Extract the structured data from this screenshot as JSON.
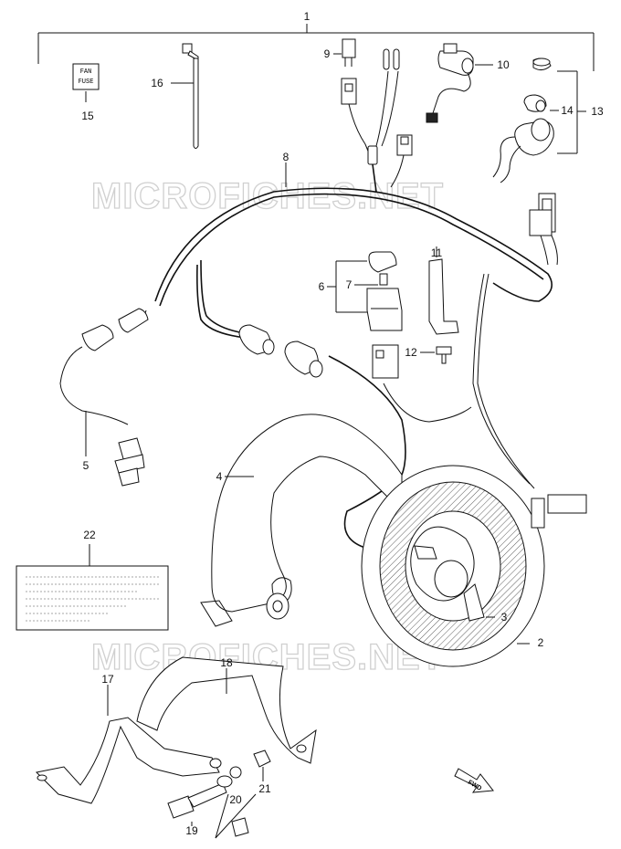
{
  "watermark": "MICROFICHES.NET",
  "fan_fuse_label": {
    "line1": "FAN",
    "line2": "FUSE"
  },
  "fwd_label": "FWD",
  "callouts": {
    "c1": "1",
    "c2": "2",
    "c3": "3",
    "c4": "4",
    "c5": "5",
    "c6": "6",
    "c7": "7",
    "c8": "8",
    "c9": "9",
    "c10": "10",
    "c11": "11",
    "c12": "12",
    "c13": "13",
    "c14": "14",
    "c15": "15",
    "c16": "16",
    "c17": "17",
    "c18": "18",
    "c19": "19",
    "c20": "20",
    "c21": "21",
    "c22": "22"
  }
}
